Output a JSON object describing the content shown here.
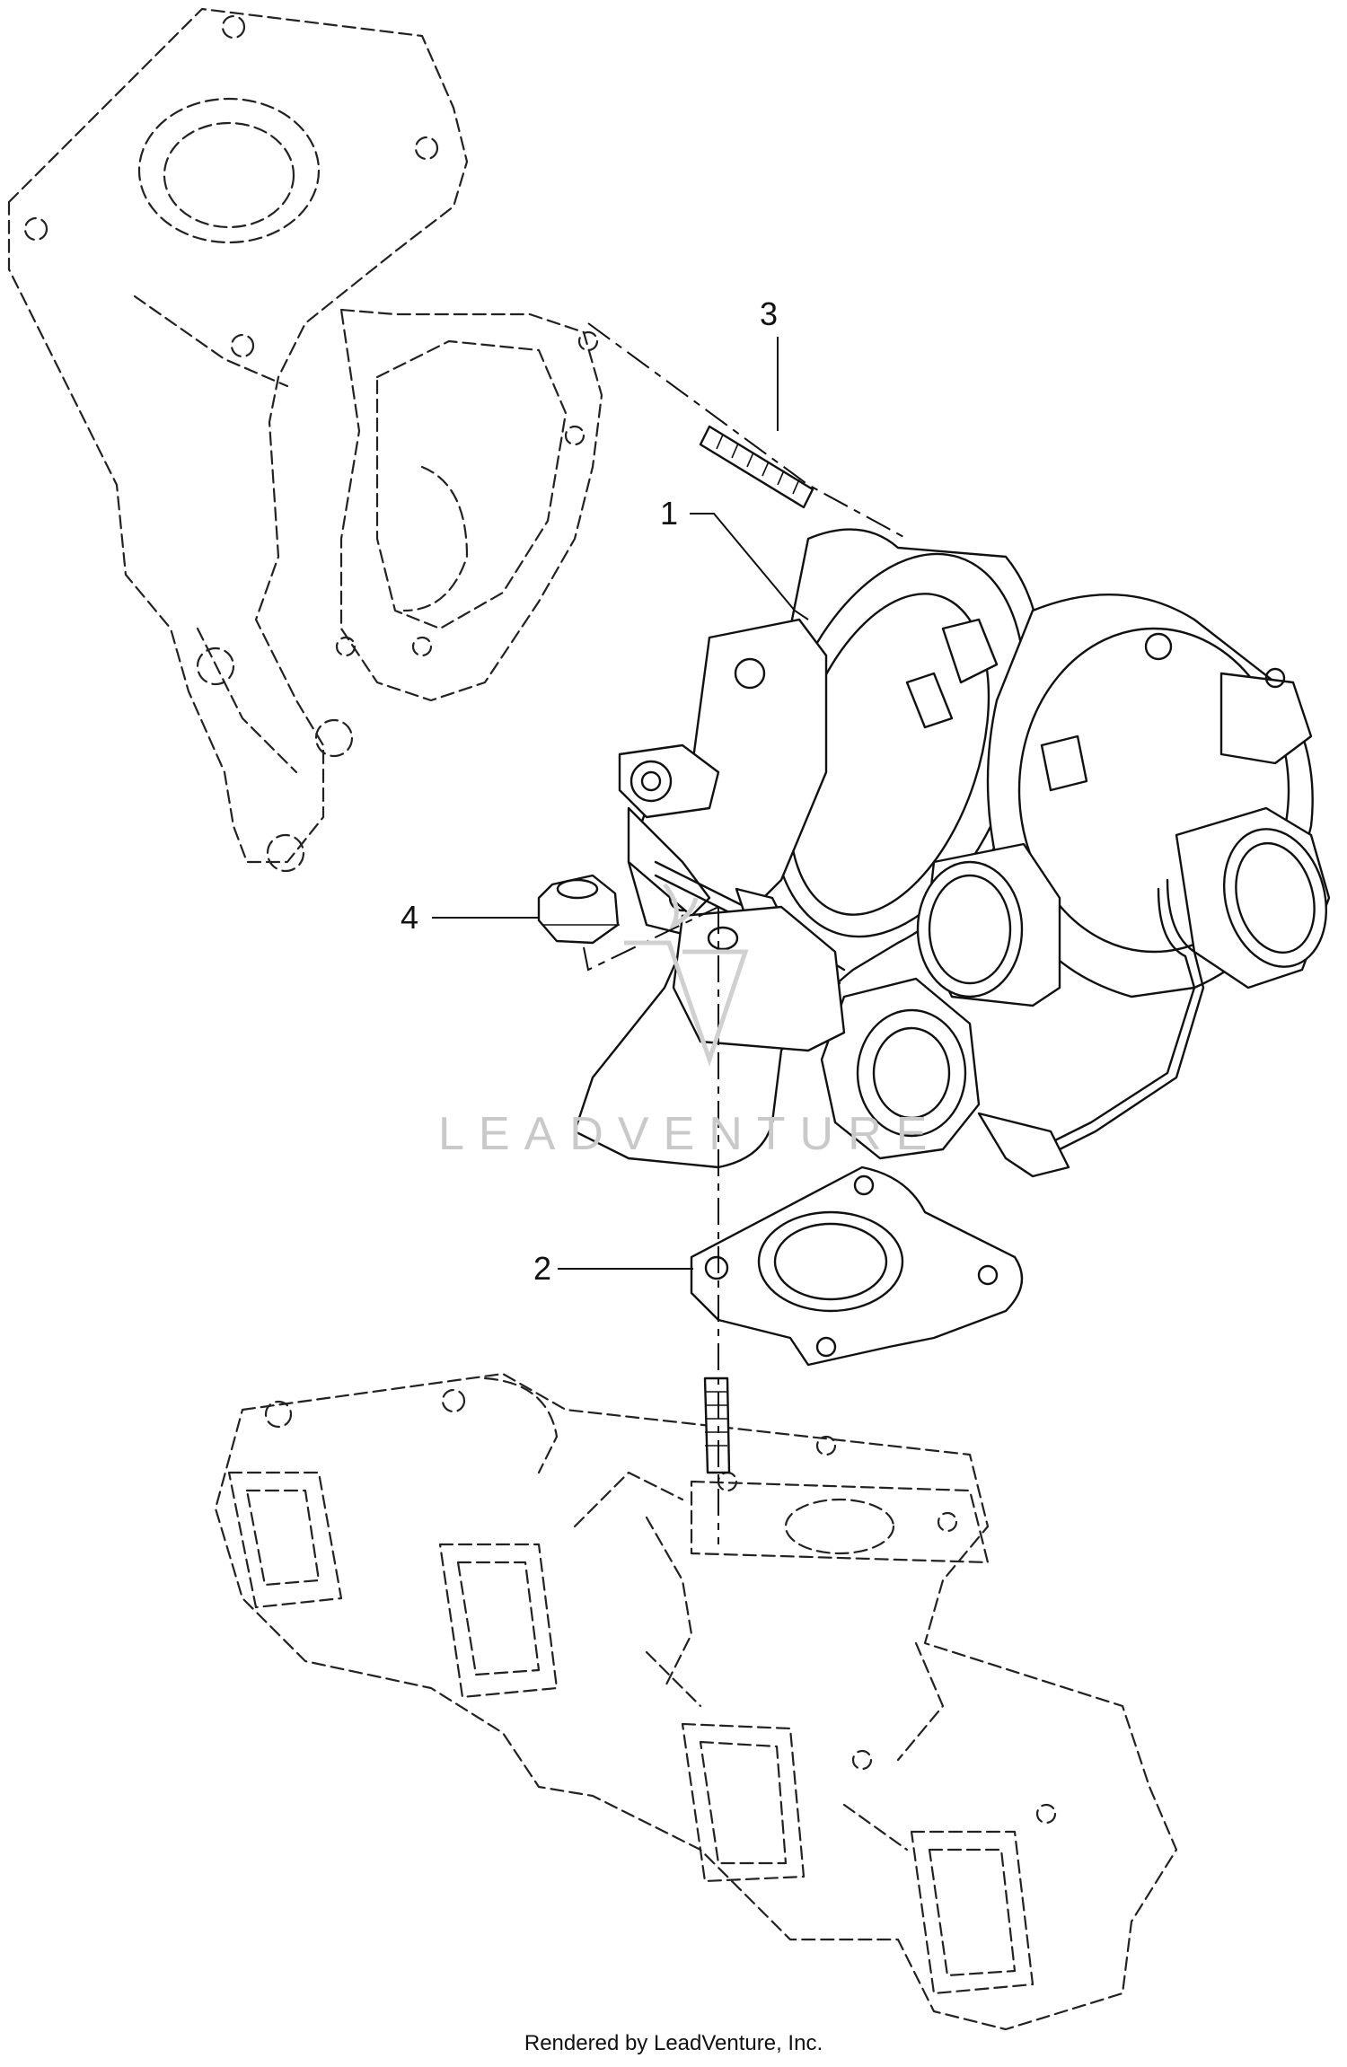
{
  "callouts": [
    {
      "id": "1",
      "label": "1"
    },
    {
      "id": "2",
      "label": "2"
    },
    {
      "id": "3",
      "label": "3"
    },
    {
      "id": "4",
      "label": "4"
    }
  ],
  "watermark": "LEADVENTURE",
  "footer": "Rendered by LeadVenture, Inc."
}
